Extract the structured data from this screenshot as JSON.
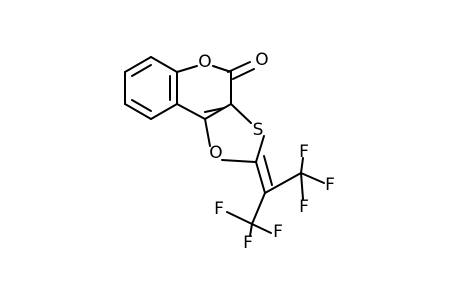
{
  "molecule": {
    "atom_labels": {
      "o_ring_top": "O",
      "o_carbonyl": "O",
      "s_ring": "S",
      "o_ring_bottom": "O",
      "f1": "F",
      "f2": "F",
      "f3": "F",
      "f4": "F",
      "f5": "F",
      "f6": "F"
    },
    "colors": {
      "bond": "#000000",
      "label": "#000000",
      "background": "#ffffff"
    }
  }
}
